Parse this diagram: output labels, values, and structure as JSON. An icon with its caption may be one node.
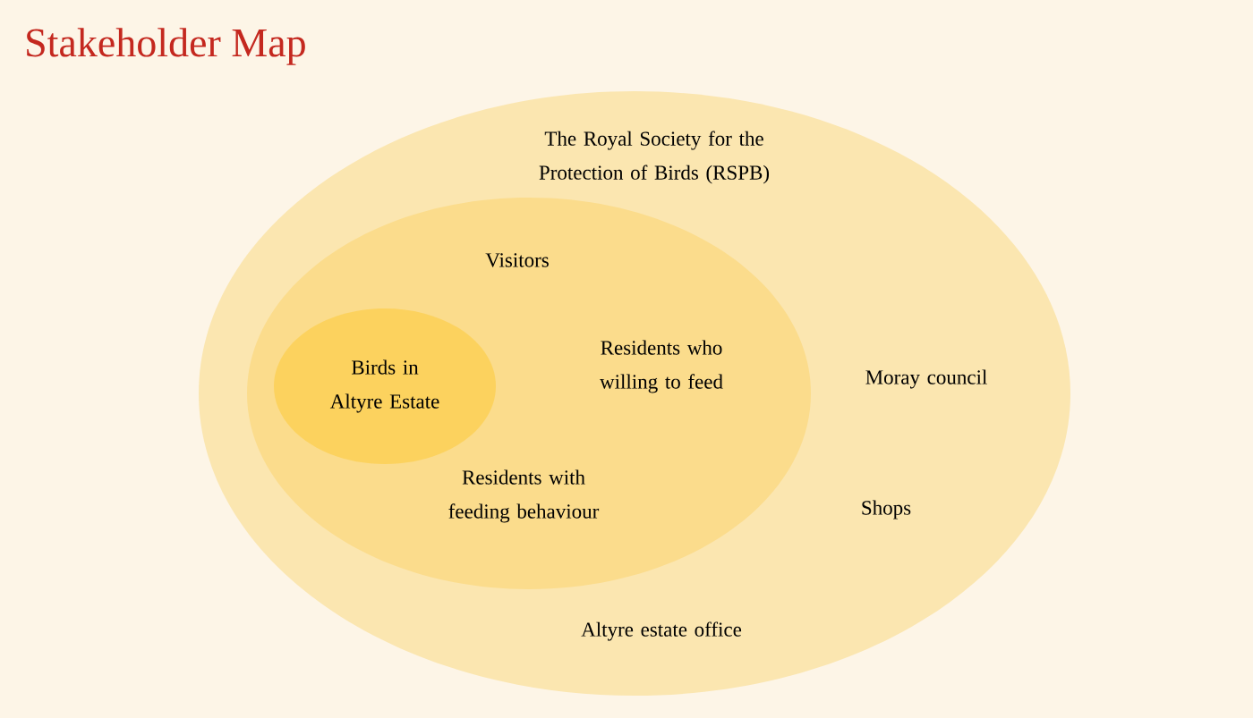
{
  "diagram": {
    "title": "Stakeholder Map",
    "nodes": [
      {
        "text": [
          "The Royal Society for the Protection of Birds (RSPB)",
          "Moray council",
          "Shops",
          "Altyre estate office"
        ]
      },
      {
        "text": [
          "Visitors",
          "Residents who willing to feed",
          "Residents with feeding behaviour"
        ],
        "in": 0
      },
      {
        "text": [
          "Birds in Altyre Estate"
        ],
        "in": 1
      }
    ]
  }
}
